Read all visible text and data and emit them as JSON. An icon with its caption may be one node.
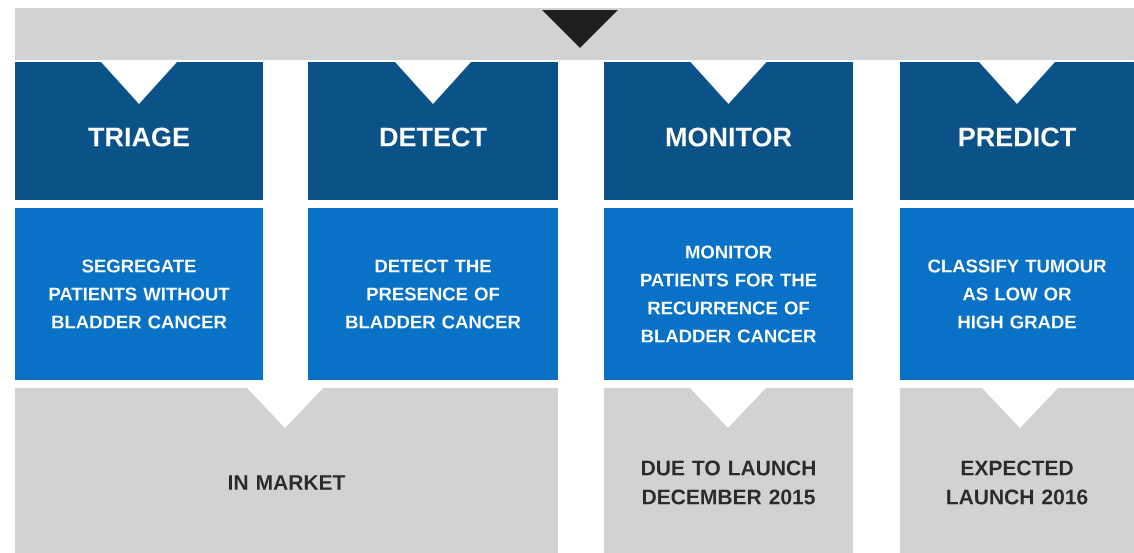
{
  "diagram": {
    "nodes": [
      {
        "text": [],
        "shape": "bar"
      },
      {
        "text": [
          "TRIAGE"
        ]
      },
      {
        "text": [
          "DETECT"
        ]
      },
      {
        "text": [
          "MONITOR"
        ]
      },
      {
        "text": [
          "PREDICT"
        ]
      },
      {
        "text": [
          "SEGREGATE PATIENTS WITHOUT BLADDER CANCER"
        ]
      },
      {
        "text": [
          "DETECT THE PRESENCE OF BLADDER CANCER"
        ]
      },
      {
        "text": [
          "MONITOR PATIENTS FOR THE RECURRENCE OF BLADDER CANCER"
        ]
      },
      {
        "text": [
          "CLASSIFY TUMOUR AS LOW OR HIGH GRADE"
        ]
      },
      {
        "text": [
          "IN MARKET"
        ]
      },
      {
        "text": [
          "DUE TO LAUNCH DECEMBER 2015"
        ]
      },
      {
        "text": [
          "EXPECTED LAUNCH 2016"
        ]
      }
    ]
  }
}
